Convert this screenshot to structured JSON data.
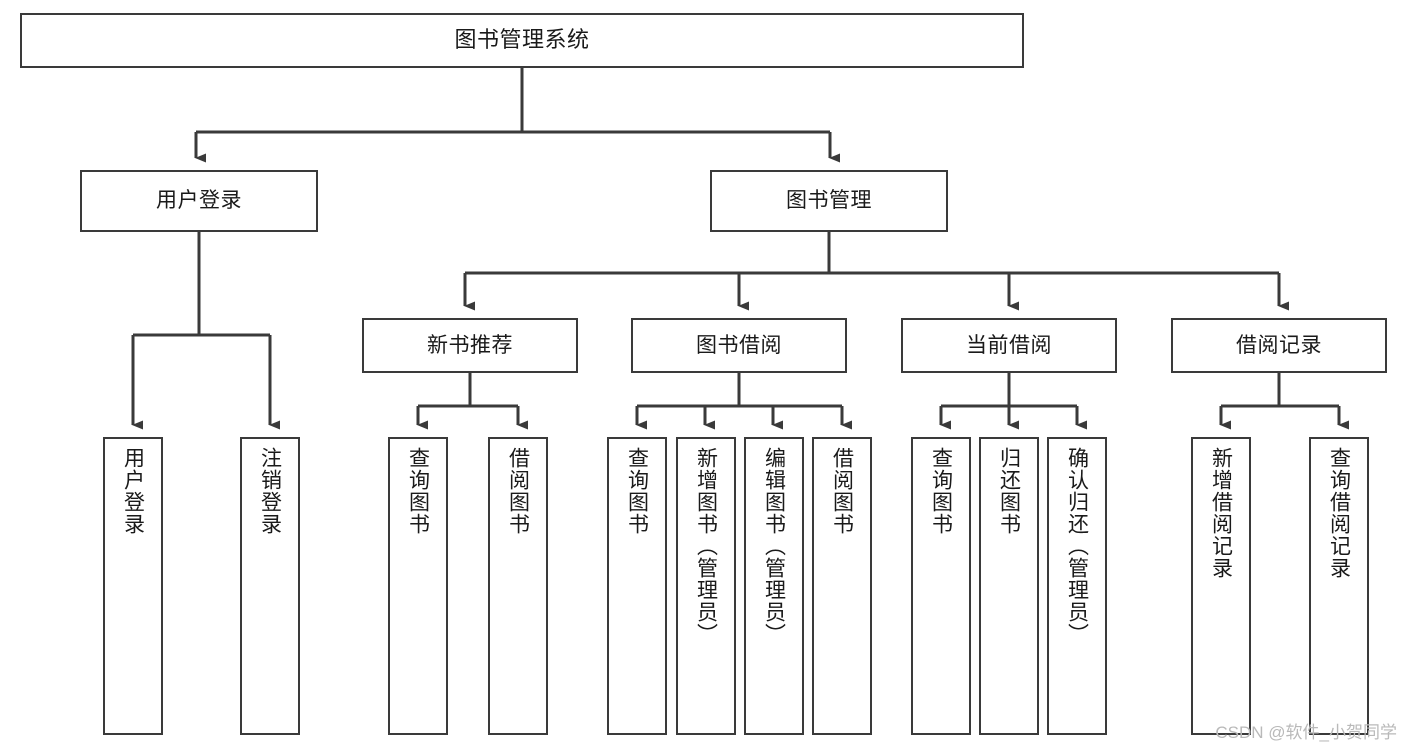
{
  "diagram": {
    "title": "图书管理系统",
    "type": "tree-hierarchy-chart",
    "stroke_color": "#3a3a3a",
    "background_color": "#ffffff",
    "text_color": "#1a1a1a"
  },
  "watermark": {
    "text": "CSDN @软件_小贺同学",
    "color": "#b9b9b9"
  },
  "nodes": {
    "root": {
      "label": "图书管理系统"
    },
    "level2": [
      {
        "id": "user-login",
        "label": "用户登录"
      },
      {
        "id": "book-manage",
        "label": "图书管理"
      }
    ],
    "level3": [
      {
        "id": "new-book-recommend",
        "label": "新书推荐"
      },
      {
        "id": "book-borrow",
        "label": "图书借阅"
      },
      {
        "id": "current-borrow",
        "label": "当前借阅"
      },
      {
        "id": "borrow-record",
        "label": "借阅记录"
      }
    ],
    "leaves": {
      "user_login": [
        {
          "id": "leaf-user-login",
          "label": "用户登录"
        },
        {
          "id": "leaf-user-logout",
          "label": "注销登录"
        }
      ],
      "new_book_recommend": [
        {
          "id": "leaf-query-book-1",
          "label": "查询图书"
        },
        {
          "id": "leaf-borrow-book-1",
          "label": "借阅图书"
        }
      ],
      "book_borrow": [
        {
          "id": "leaf-query-book-2",
          "label": "查询图书"
        },
        {
          "id": "leaf-add-book",
          "label": "新增图书（管理员）"
        },
        {
          "id": "leaf-edit-book",
          "label": "编辑图书（管理员）"
        },
        {
          "id": "leaf-borrow-book-2",
          "label": "借阅图书"
        }
      ],
      "current_borrow": [
        {
          "id": "leaf-query-book-3",
          "label": "查询图书"
        },
        {
          "id": "leaf-return-book",
          "label": "归还图书"
        },
        {
          "id": "leaf-confirm-return",
          "label": "确认归还（管理员）"
        }
      ],
      "borrow_record": [
        {
          "id": "leaf-add-record",
          "label": "新增借阅记录"
        },
        {
          "id": "leaf-query-record",
          "label": "查询借阅记录"
        }
      ]
    }
  }
}
